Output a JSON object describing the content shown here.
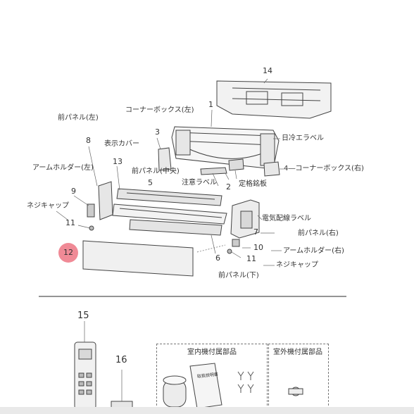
{
  "callouts": {
    "c1": "1",
    "c2": "2",
    "c3": "3",
    "c4": "4",
    "c5": "5",
    "c6": "6",
    "c7": "7",
    "c8": "8",
    "c9": "9",
    "c10": "10",
    "c11a": "11",
    "c11b": "11",
    "c12": "12",
    "c13": "13",
    "c14": "14",
    "c15": "15",
    "c16": "16"
  },
  "labels": {
    "front_panel_left": "前パネル(左)",
    "corner_box_left": "コーナーボックス(左)",
    "display_cover": "表示カバー",
    "arm_holder_left": "アームホルダー(左)",
    "screw_cap_left": "ネジキャップ",
    "hitachi_label": "日冷エラベル",
    "corner_box_right": "4―コーナーボックス(右)",
    "caution_label": "注意ラベル",
    "rating_plate": "定格銘板",
    "front_panel_center": "前パネル(中央)",
    "wiring_label": "電気配線ラベル",
    "front_panel_right": "前パネル(右)",
    "arm_holder_right": "アームホルダー(右)",
    "screw_cap_right": "ネジキャップ",
    "front_panel_bottom": "前パネル(下)"
  },
  "accessories": {
    "indoor_title": "室内機付属部品",
    "outdoor_title": "室外機付属部品",
    "manual_text": "取扱説明書"
  },
  "highlight": {
    "color": "#f08a96"
  }
}
